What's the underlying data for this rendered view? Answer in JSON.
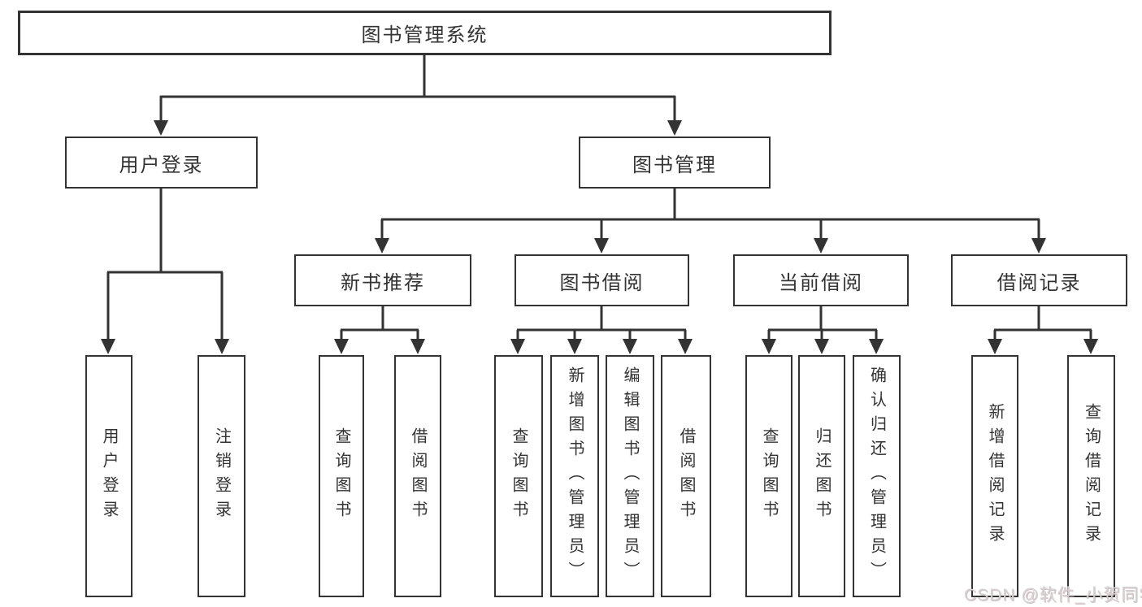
{
  "tree": {
    "label": "图书管理系统",
    "children": [
      {
        "label": "用户登录",
        "children": [
          {
            "label": "用户登录"
          },
          {
            "label": "注销登录"
          }
        ]
      },
      {
        "label": "图书管理",
        "children": [
          {
            "label": "新书推荐",
            "children": [
              {
                "label": "查询图书"
              },
              {
                "label": "借阅图书"
              }
            ]
          },
          {
            "label": "图书借阅",
            "children": [
              {
                "label": "查询图书"
              },
              {
                "label": "新增图书（管理员）"
              },
              {
                "label": "编辑图书（管理员）"
              },
              {
                "label": "借阅图书"
              }
            ]
          },
          {
            "label": "当前借阅",
            "children": [
              {
                "label": "查询图书"
              },
              {
                "label": "归还图书"
              },
              {
                "label": "确认归还（管理员）"
              }
            ]
          },
          {
            "label": "借阅记录",
            "children": [
              {
                "label": "新增借阅记录"
              },
              {
                "label": "查询借阅记录"
              }
            ]
          }
        ]
      }
    ]
  },
  "watermark": "CSDN @软件_小贺同学",
  "colors": {
    "line": "#333333",
    "text": "#333333",
    "background": "#ffffff",
    "watermark": "#d6d0d0"
  }
}
